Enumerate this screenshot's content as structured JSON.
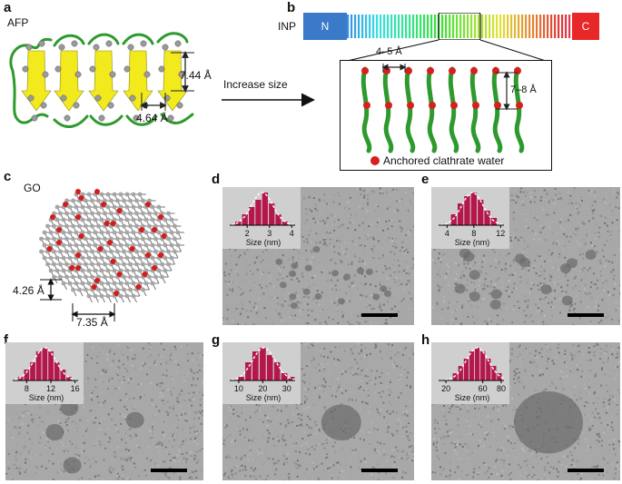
{
  "panels": {
    "a": {
      "letter": "a",
      "name": "AFP",
      "dim_height": "7.44 Å",
      "dim_width": "4.64 Å"
    },
    "arrow": {
      "label": "Increase size"
    },
    "b": {
      "letter": "b",
      "name": "INP",
      "n_term": "N",
      "c_term": "C",
      "dim_spacing": "4–5 Å",
      "dim_height": "7–8 Å",
      "legend": "Anchored clathrate water"
    },
    "c": {
      "letter": "c",
      "name": "GO",
      "dim_height": "4.26 Å",
      "dim_width": "7.35 Å"
    },
    "d": {
      "letter": "d"
    },
    "e": {
      "letter": "e"
    },
    "f": {
      "letter": "f"
    },
    "g": {
      "letter": "g"
    },
    "h": {
      "letter": "h"
    }
  },
  "colors": {
    "protein": "#2e9a2e",
    "sheet": "#f2ea1c",
    "water": "#d62020",
    "n_term": "#3a7ac8",
    "c_term": "#e82828",
    "histogram_bar": "#b5174b",
    "tem_background": "#a8a8a8"
  },
  "chart_data": [
    {
      "panel": "d",
      "type": "bar",
      "xlabel": "Size (nm)",
      "ticks": [
        2,
        3,
        4
      ],
      "x": [
        1.6,
        1.9,
        2.2,
        2.5,
        2.8,
        3.1,
        3.4,
        3.7
      ],
      "values": [
        1,
        3,
        5,
        7,
        9,
        6,
        3,
        1
      ]
    },
    {
      "panel": "e",
      "type": "bar",
      "xlabel": "Size (nm)",
      "ticks": [
        4,
        8,
        12
      ],
      "x": [
        5,
        6,
        7,
        8,
        9,
        10,
        11
      ],
      "values": [
        3,
        6,
        8,
        9,
        7,
        4,
        2
      ]
    },
    {
      "panel": "f",
      "type": "bar",
      "xlabel": "Size (nm)",
      "ticks": [
        8,
        12,
        16
      ],
      "x": [
        7,
        8,
        9,
        10,
        11,
        12,
        13,
        14,
        15
      ],
      "values": [
        1,
        3,
        5,
        8,
        9,
        8,
        5,
        3,
        1
      ]
    },
    {
      "panel": "g",
      "type": "bar",
      "xlabel": "Size (nm)",
      "ticks": [
        10,
        20,
        30
      ],
      "x": [
        11,
        14,
        17,
        20,
        23,
        26,
        29,
        32
      ],
      "values": [
        1,
        5,
        8,
        9,
        7,
        5,
        2,
        1
      ]
    },
    {
      "panel": "h",
      "type": "bar",
      "xlabel": "Size (nm)",
      "ticks": [
        20,
        60,
        80
      ],
      "x": [
        30,
        36,
        42,
        48,
        54,
        60,
        66,
        72,
        78
      ],
      "values": [
        2,
        4,
        6,
        8,
        9,
        8,
        6,
        4,
        2
      ]
    }
  ]
}
